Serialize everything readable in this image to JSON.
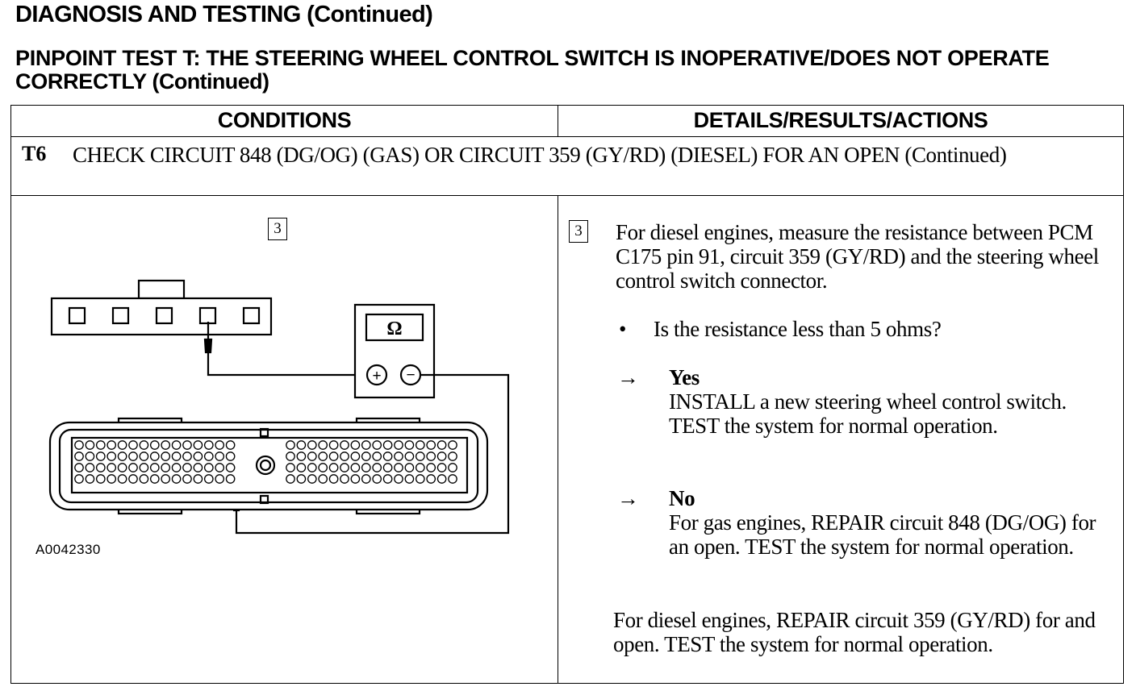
{
  "header": {
    "title": "DIAGNOSIS AND TESTING (Continued)",
    "test_title": "PINPOINT TEST T: THE STEERING WHEEL CONTROL SWITCH IS INOPERATIVE/DOES NOT OPERATE CORRECTLY",
    "test_title_suffix": "(Continued)"
  },
  "table": {
    "col_conditions": "CONDITIONS",
    "col_details": "DETAILS/RESULTS/ACTIONS",
    "step": {
      "id": "T6",
      "title": "CHECK CIRCUIT 848 (DG/OG) (GAS) OR CIRCUIT 359 (GY/RD) (DIESEL) FOR AN OPEN (Continued)"
    }
  },
  "figure": {
    "step_number": "3",
    "meter_symbol": "Ω",
    "plus": "+",
    "minus": "−",
    "code": "A0042330",
    "icon": "ohmmeter-connector-diagram"
  },
  "details": {
    "step_number": "3",
    "instruction": "For diesel engines, measure the resistance between PCM C175 pin 91, circuit 359 (GY/RD) and the steering wheel control switch connector.",
    "bullet": "•",
    "question": "Is the resistance less than 5 ohms?",
    "arrow": "→",
    "yes_label": "Yes",
    "yes_action": "INSTALL a new steering wheel control switch. TEST the system for normal operation.",
    "no_label": "No",
    "no_action_gas": "For gas engines, REPAIR circuit 848 (DG/OG) for an open. TEST the system for normal operation.",
    "no_action_diesel": "For diesel engines, REPAIR circuit 359 (GY/RD) for and open. TEST the system for normal operation."
  }
}
